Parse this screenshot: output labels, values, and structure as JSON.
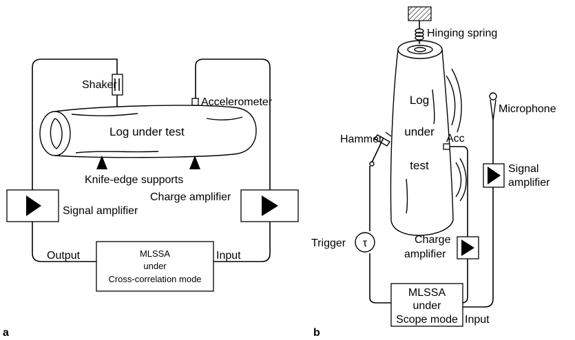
{
  "panel_a": {
    "panel_label": "a",
    "shaker": "Shaker",
    "accelerometer": "Accelerometer",
    "log": "Log under test",
    "supports": "Knife-edge supports",
    "signal_amplifier": "Signal amplifier",
    "charge_amplifier": "Charge amplifier",
    "output": "Output",
    "input": "Input",
    "mlssa_lines": [
      "MLSSA",
      "under",
      "Cross-correlation mode"
    ]
  },
  "panel_b": {
    "panel_label": "b",
    "hinging_spring": "Hinging spring",
    "microphone": "Microphone",
    "hammer": "Hammer",
    "acc": "Acc",
    "log_lines": [
      "Log",
      "under",
      "test"
    ],
    "signal_amplifier_lines": [
      "Signal",
      "amplifier"
    ],
    "trigger": "Trigger",
    "trigger_symbol": "τ",
    "charge_amplifier_lines": [
      "Charge",
      "amplifier"
    ],
    "mlssa_lines": [
      "MLSSA",
      "under",
      "Scope mode"
    ],
    "input": "Input"
  }
}
